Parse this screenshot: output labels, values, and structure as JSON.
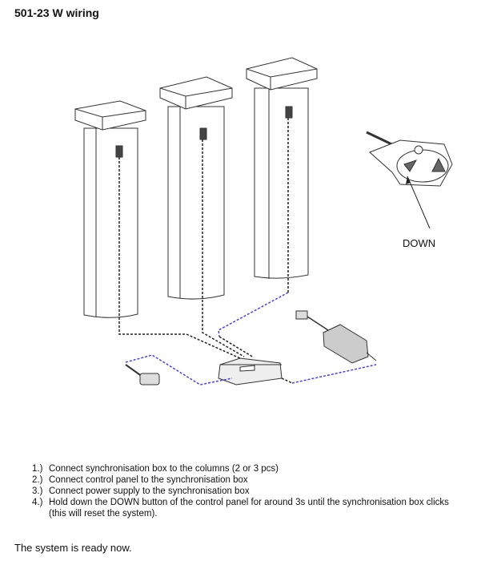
{
  "title": "501-23 W wiring",
  "diagram": {
    "down_label": "DOWN",
    "colors": {
      "black_cable": "#222222",
      "blue_cable": "#4a44c8"
    }
  },
  "steps": [
    {
      "num": "1.)",
      "text": "Connect synchronisation box to the columns (2 or 3 pcs)"
    },
    {
      "num": "2.)",
      "text": "Connect control panel to the synchronisation box"
    },
    {
      "num": "3.)",
      "text": "Connect power supply to the synchronisation box"
    },
    {
      "num": "4.)",
      "text": "Hold down the DOWN button of the control panel for around 3s until the synchronisation box clicks (this will reset the system)."
    }
  ],
  "footer": "The system is ready now."
}
